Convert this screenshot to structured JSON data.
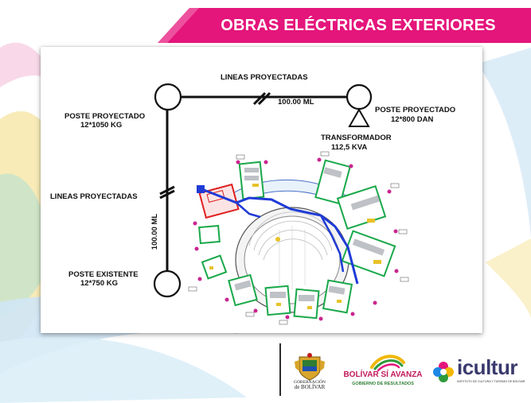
{
  "header": {
    "title": "OBRAS ELÉCTRICAS EXTERIORES"
  },
  "diagram": {
    "lineas_top": "LINEAS PROYECTADAS",
    "dist_top": "100.00 ML",
    "poste_left_title": "POSTE PROYECTADO",
    "poste_left_spec": "12*1050 KG",
    "poste_right_title": "POSTE PROYECTADO",
    "poste_right_spec": "12*800 DAN",
    "trafo_title": "TRANSFORMADOR",
    "trafo_spec": "112,5 KVA",
    "lineas_left": "LINEAS PROYECTADAS",
    "dist_left": "100.00 ML",
    "poste_exist_title": "POSTE EXISTENTE",
    "poste_exist_spec": "12*750 KG"
  },
  "footer": {
    "gob_line1": "GOBERNACIÓN",
    "gob_line2": "de BOLÍVAR",
    "bolivar_main": "BOLÍVAR SÍ AVANZA",
    "bolivar_sub": "GOBIERNO DE RESULTADOS",
    "icultur_word": "icultur",
    "icultur_sub": "INSTITUTO DE CULTURA Y TURISMO DE BOLÍVAR"
  },
  "colors": {
    "banner_magenta": "#e4157b",
    "wire_blue": "#1f3bd6",
    "building_green": "#19a84a",
    "accent_red": "#e02020"
  }
}
